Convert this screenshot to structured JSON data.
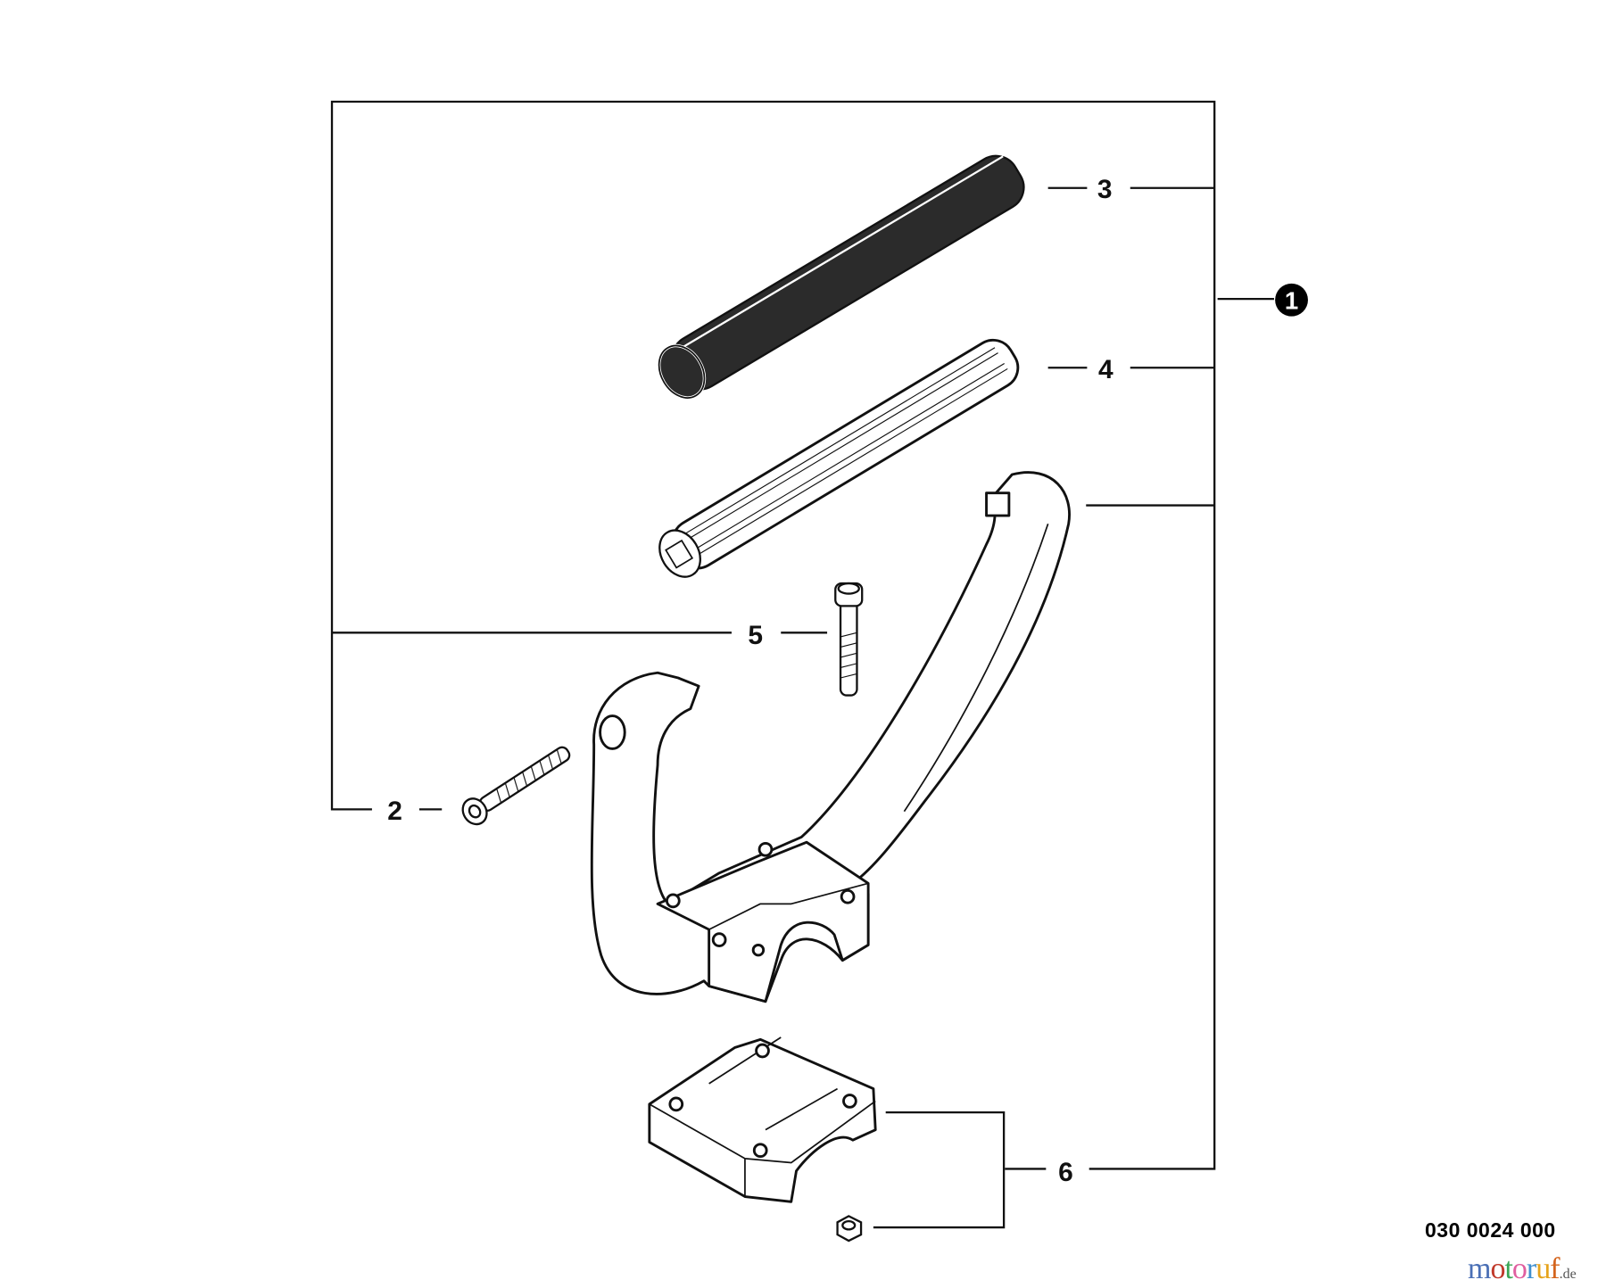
{
  "callouts": {
    "assembly": "1",
    "screw_long": "2",
    "grip_sleeve": "3",
    "grip_core": "4",
    "screw_cap": "5",
    "clamp": "6"
  },
  "part_number": "030 0024 000",
  "watermark": {
    "text": "motoruf",
    "suffix": ".de",
    "letter_colors": [
      "#4a6fb5",
      "#c0392b",
      "#3aa655",
      "#e05fa0",
      "#3f8fd0",
      "#e6a31c",
      "#d4641c"
    ]
  },
  "colors": {
    "line": "#111111",
    "grip_fill": "#2b2b2b"
  }
}
